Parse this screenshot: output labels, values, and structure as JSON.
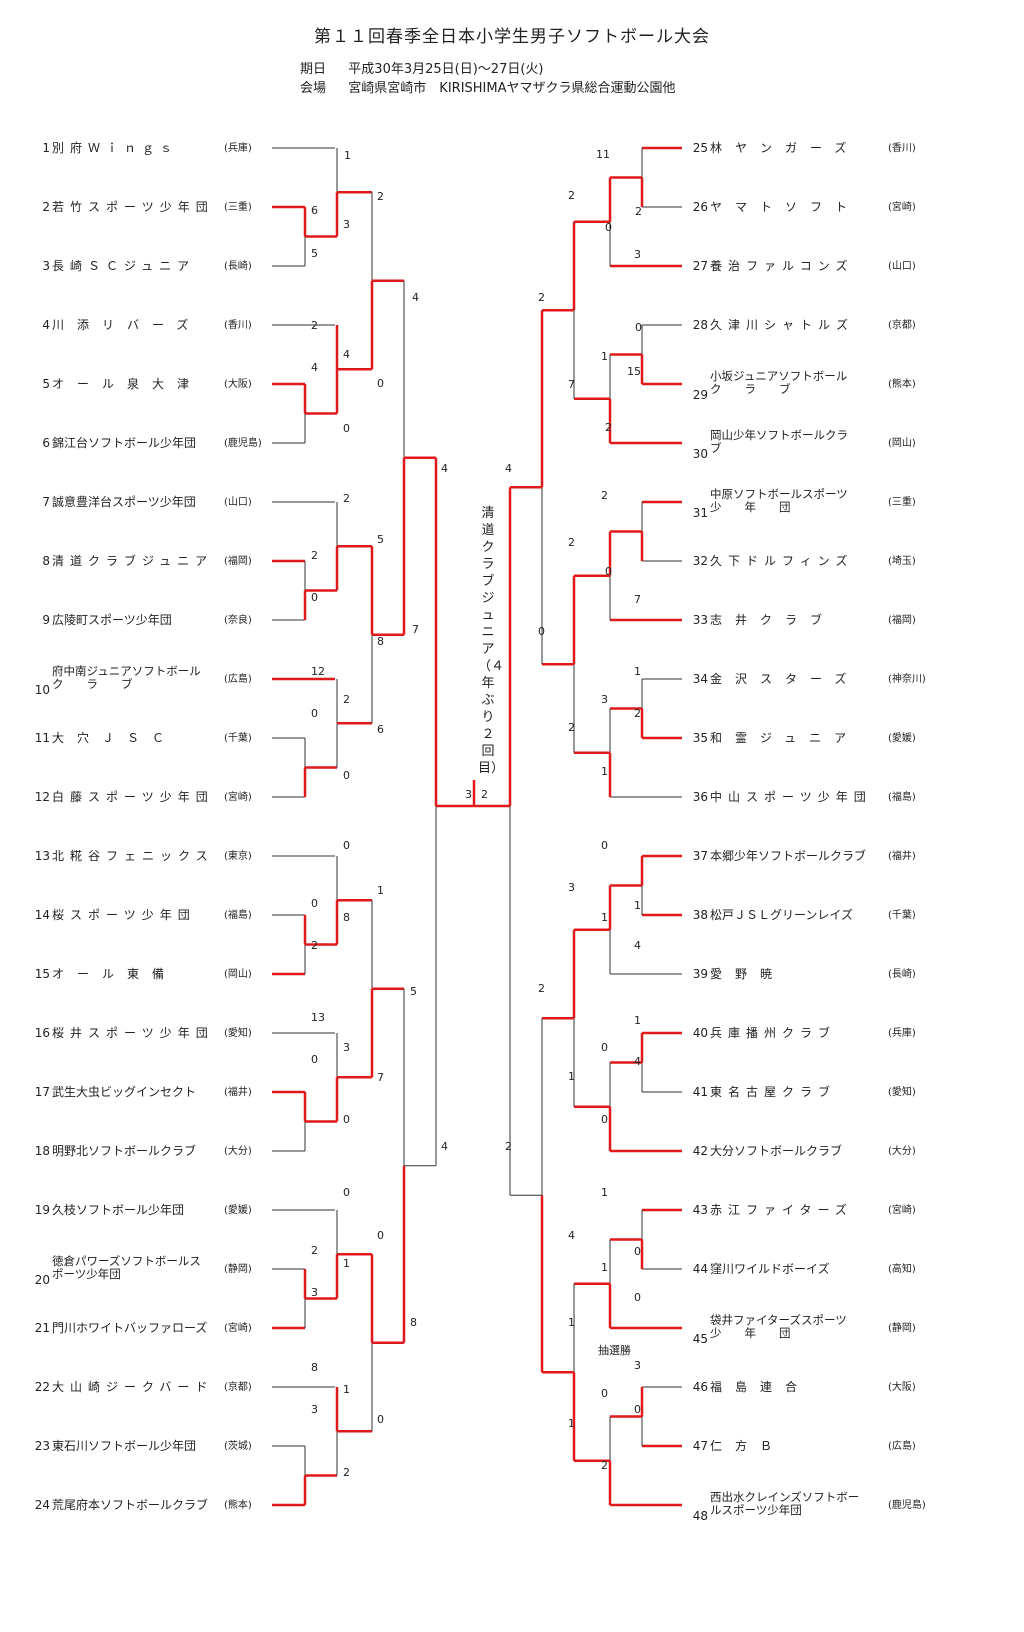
{
  "title": "第１１回春季全日本小学生男子ソフトボール大会",
  "info": {
    "date_label": "期日",
    "date_value": "平成30年3月25日(日)～27日(火)",
    "venue_label": "会場",
    "venue_value": "宮崎県宮崎市　KIRISHIMAヤマザクラ県総合運動公園他"
  },
  "champion": "清道クラブジュニア（４年ぶり２回目）",
  "teams": [
    {
      "num": "1",
      "name": "別府Ｗｉｎｇｓ",
      "pref": "(兵庫)"
    },
    {
      "num": "2",
      "name": "若竹スポーツ少年団",
      "pref": "(三重)"
    },
    {
      "num": "3",
      "name": "長崎ＳＣジュニア",
      "pref": "(長崎)"
    },
    {
      "num": "4",
      "name": "川添リバーズ",
      "pref": "(香川)"
    },
    {
      "num": "5",
      "name": "オール泉大津",
      "pref": "(大阪)"
    },
    {
      "num": "6",
      "name": "錦江台ソフトボール少年団",
      "pref": "(鹿児島)"
    },
    {
      "num": "7",
      "name": "誠意豊洋台スポーツ少年団",
      "pref": "(山口)"
    },
    {
      "num": "8",
      "name": "清道クラブジュニア",
      "pref": "(福岡)"
    },
    {
      "num": "9",
      "name": "広陵町スポーツ少年団",
      "pref": "(奈良)"
    },
    {
      "num": "10",
      "name": "府中南ジュニアソフトボール\nク　　ラ　　ブ",
      "pref": "(広島)"
    },
    {
      "num": "11",
      "name": "大穴ＪＳＣ",
      "pref": "(千葉)"
    },
    {
      "num": "12",
      "name": "白藤スポーツ少年団",
      "pref": "(宮崎)"
    },
    {
      "num": "13",
      "name": "北糀谷フェニックス",
      "pref": "(東京)"
    },
    {
      "num": "14",
      "name": "桜スポーツ少年団",
      "pref": "(福島)"
    },
    {
      "num": "15",
      "name": "オール東備",
      "pref": "(岡山)"
    },
    {
      "num": "16",
      "name": "桜井スポーツ少年団",
      "pref": "(愛知)"
    },
    {
      "num": "17",
      "name": "武生大虫ビッグインセクト",
      "pref": "(福井)"
    },
    {
      "num": "18",
      "name": "明野北ソフトボールクラブ",
      "pref": "(大分)"
    },
    {
      "num": "19",
      "name": "久枝ソフトボール少年団",
      "pref": "(愛媛)"
    },
    {
      "num": "20",
      "name": "徳倉パワーズソフトボールス\nポーツ少年団",
      "pref": "(静岡)"
    },
    {
      "num": "21",
      "name": "門川ホワイトバッファローズ",
      "pref": "(宮崎)"
    },
    {
      "num": "22",
      "name": "大山崎ジークバード",
      "pref": "(京都)"
    },
    {
      "num": "23",
      "name": "東石川ソフトボール少年団",
      "pref": "(茨城)"
    },
    {
      "num": "24",
      "name": "荒尾府本ソフトボールクラブ",
      "pref": "(熊本)"
    },
    {
      "num": "25",
      "name": "林ヤンガーズ",
      "pref": "(香川)"
    },
    {
      "num": "26",
      "name": "ヤマトソフト",
      "pref": "(宮崎)"
    },
    {
      "num": "27",
      "name": "養治ファルコンズ",
      "pref": "(山口)"
    },
    {
      "num": "28",
      "name": "久津川シャトルズ",
      "pref": "(京都)"
    },
    {
      "num": "29",
      "name": "小坂ジュニアソフトボール\nク　　ラ　　ブ",
      "pref": "(熊本)"
    },
    {
      "num": "30",
      "name": "岡山少年ソフトボールクラ\nブ",
      "pref": "(岡山)"
    },
    {
      "num": "31",
      "name": "中原ソフトボールスポーツ\n少　　年　　団",
      "pref": "(三重)"
    },
    {
      "num": "32",
      "name": "久下ドルフィンズ",
      "pref": "(埼玉)"
    },
    {
      "num": "33",
      "name": "志井クラブ",
      "pref": "(福岡)"
    },
    {
      "num": "34",
      "name": "金沢スターズ",
      "pref": "(神奈川)"
    },
    {
      "num": "35",
      "name": "和霊ジュニア",
      "pref": "(愛媛)"
    },
    {
      "num": "36",
      "name": "中山スポーツ少年団",
      "pref": "(福島)"
    },
    {
      "num": "37",
      "name": "本郷少年ソフトボールクラブ",
      "pref": "(福井)"
    },
    {
      "num": "38",
      "name": "松戸ＪＳＬグリーンレイズ",
      "pref": "(千葉)"
    },
    {
      "num": "39",
      "name": "愛野暁",
      "pref": "(長崎)"
    },
    {
      "num": "40",
      "name": "兵庫播州クラブ",
      "pref": "(兵庫)"
    },
    {
      "num": "41",
      "name": "東名古屋クラブ",
      "pref": "(愛知)"
    },
    {
      "num": "42",
      "name": "大分ソフトボールクラブ",
      "pref": "(大分)"
    },
    {
      "num": "43",
      "name": "赤江ファイターズ",
      "pref": "(宮崎)"
    },
    {
      "num": "44",
      "name": "窪川ワイルドボーイズ",
      "pref": "(高知)"
    },
    {
      "num": "45",
      "name": "袋井ファイターズスポーツ\n少　　年　　団",
      "pref": "(静岡)"
    },
    {
      "num": "46",
      "name": "福島連合",
      "pref": "(大阪)"
    },
    {
      "num": "47",
      "name": "仁方Ｂ",
      "pref": "(広島)"
    },
    {
      "num": "48",
      "name": "西出水クレインズソフトボー\nルスポーツ少年団",
      "pref": "(鹿児島)"
    }
  ],
  "scores": [
    "1",
    "6",
    "5",
    "3",
    "2",
    "2",
    "4",
    "4",
    "0",
    "0",
    "4",
    "2",
    "2",
    "0",
    "5",
    "8",
    "12",
    "0",
    "2",
    "6",
    "0",
    "7",
    "4",
    "0",
    "0",
    "2",
    "8",
    "1",
    "13",
    "0",
    "3",
    "7",
    "0",
    "5",
    "0",
    "2",
    "3",
    "1",
    "0",
    "8",
    "3",
    "1",
    "0",
    "2",
    "8",
    "4",
    "3",
    "11",
    "2",
    "0",
    "3",
    "2",
    "0",
    "1",
    "15",
    "2",
    "7",
    "2",
    "2",
    "0",
    "7",
    "2",
    "1",
    "2",
    "3",
    "1",
    "2",
    "0",
    "4",
    "0",
    "1",
    "4",
    "1",
    "3",
    "1",
    "4",
    "0",
    "1",
    "0",
    "2",
    "1",
    "0",
    "0",
    "1",
    "4",
    "3",
    "0",
    "0",
    "1",
    "1",
    "2",
    "2",
    "2",
    "抽選勝"
  ]
}
